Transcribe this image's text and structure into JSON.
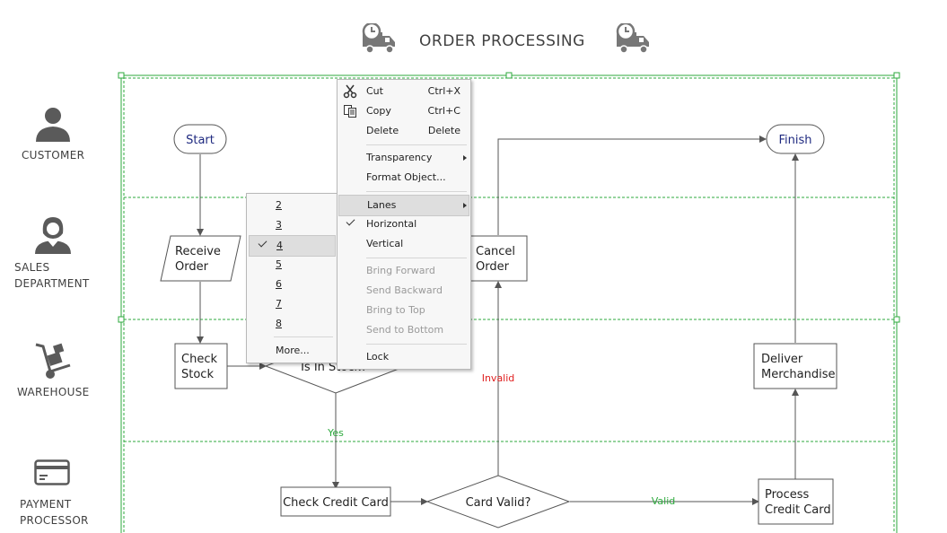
{
  "title": "ORDER PROCESSING",
  "icons": {
    "truck_left": "delivery-truck-clock-icon",
    "truck_right": "delivery-truck-clock-icon"
  },
  "lanes": [
    {
      "label_line1": "CUSTOMER",
      "label_line2": "",
      "icon": "person-icon"
    },
    {
      "label_line1": "SALES",
      "label_line2": "DEPARTMENT",
      "icon": "agent-headset-icon"
    },
    {
      "label_line1": "WAREHOUSE",
      "label_line2": "",
      "icon": "hand-truck-icon"
    },
    {
      "label_line1": "PAYMENT",
      "label_line2": "PROCESSOR",
      "icon": "credit-card-icon"
    }
  ],
  "nodes": {
    "start": "Start",
    "finish": "Finish",
    "receive_order_1": "Receive",
    "receive_order_2": "Order",
    "check_stock_1": "Check",
    "check_stock_2": "Stock",
    "is_in_stock": "Is In Stock?",
    "cancel_order_1": "Cancel",
    "cancel_order_2": "Order",
    "deliver_1": "Deliver",
    "deliver_2": "Merchandise",
    "check_credit_card": "Check Credit Card",
    "card_valid": "Card Valid?",
    "process_cc_1": "Process",
    "process_cc_2": "Credit Card"
  },
  "edge_labels": {
    "yes": "Yes",
    "invalid": "Invalid",
    "valid": "Valid"
  },
  "colors": {
    "lane_border": "#2eaa3e",
    "invalid": "#e02020",
    "valid": "#2eaa3e",
    "start_finish_text": "#1f2a80"
  },
  "context_menu": {
    "items": [
      {
        "label": "Cut",
        "shortcut": "Ctrl+X",
        "icon": "scissors-icon"
      },
      {
        "label": "Copy",
        "shortcut": "Ctrl+C",
        "icon": "copy-icon"
      },
      {
        "label": "Delete",
        "shortcut": "Delete"
      },
      {
        "label": "Transparency",
        "submenu": true
      },
      {
        "label": "Format Object..."
      },
      {
        "label": "Lanes",
        "submenu": true,
        "highlighted": true
      },
      {
        "label": "Horizontal",
        "checked": true
      },
      {
        "label": "Vertical"
      },
      {
        "label": "Bring Forward",
        "disabled": true
      },
      {
        "label": "Send Backward",
        "disabled": true
      },
      {
        "label": "Bring to Top",
        "disabled": true
      },
      {
        "label": "Send to Bottom",
        "disabled": true
      },
      {
        "label": "Lock"
      }
    ]
  },
  "lanes_submenu": {
    "items": [
      "2",
      "3",
      "4",
      "5",
      "6",
      "7",
      "8",
      "More..."
    ],
    "checked": "4"
  }
}
